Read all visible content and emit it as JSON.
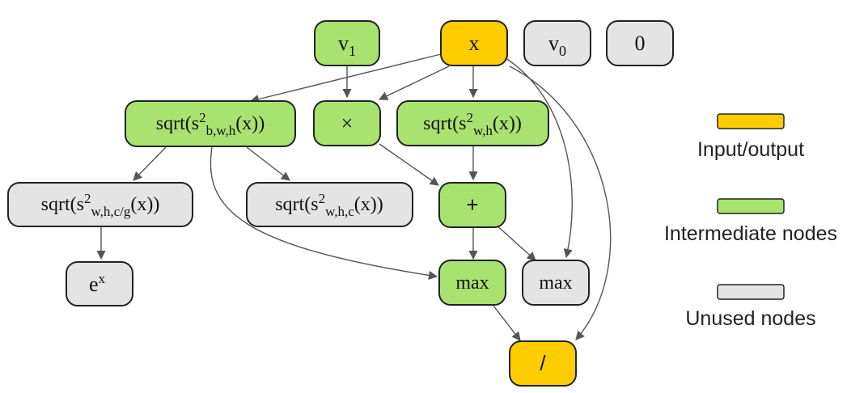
{
  "colors": {
    "input_output": "#FFCC00",
    "intermediate": "#A8E36F",
    "unused": "#E4E4E4",
    "stroke": "#222222",
    "edge": "#555555"
  },
  "nodes": {
    "v1": {
      "base": "v",
      "sub": "1"
    },
    "x": {
      "text": "x"
    },
    "v0": {
      "base": "v",
      "sub": "0"
    },
    "zero": {
      "text": "0"
    },
    "sqrt_bwh": {
      "pre": "sqrt(s",
      "sup": "2",
      "sub": "b,w,h",
      "post": "(x))"
    },
    "mult": {
      "text": "×"
    },
    "sqrt_wh": {
      "pre": "sqrt(s",
      "sup": "2",
      "sub": "w,h",
      "post": "(x))"
    },
    "sqrt_whcg": {
      "pre": "sqrt(s",
      "sup": "2",
      "sub": "w,h,c/g",
      "post": "(x))"
    },
    "sqrt_whc": {
      "pre": "sqrt(s",
      "sup": "2",
      "sub": "w,h,c",
      "post": "(x))"
    },
    "plus": {
      "text": "+"
    },
    "exp": {
      "base": "e",
      "sup": "x"
    },
    "max_used": {
      "text": "max"
    },
    "max_unused": {
      "text": "max"
    },
    "div": {
      "text": "/"
    }
  },
  "legend": {
    "input_output": "Input/output",
    "intermediate": "Intermediate nodes",
    "unused": "Unused nodes"
  }
}
